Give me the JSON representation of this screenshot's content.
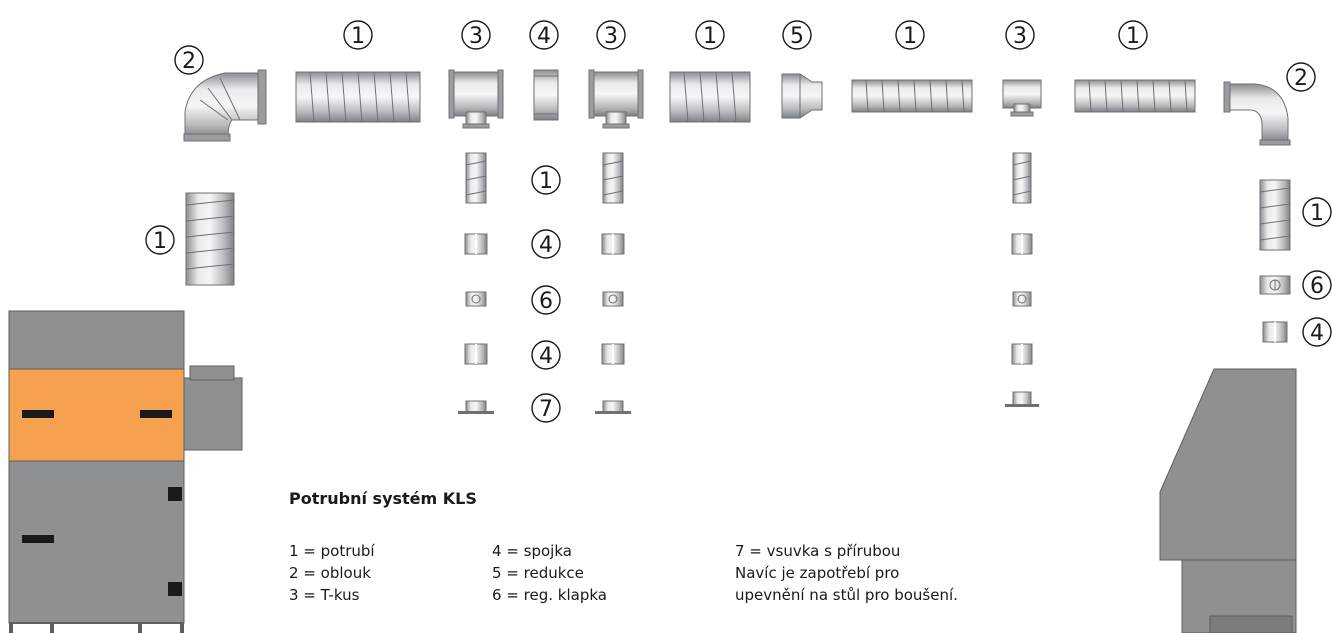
{
  "title": "Potrubní systém KLS",
  "legend_col1": [
    "1 =  potrubí",
    "2 =  oblouk",
    "3 =  T-kus"
  ],
  "legend_col2": [
    "4 = spojka",
    "5 = redukce",
    "6 = reg. klapka"
  ],
  "legend_col3": [
    "7 = vsuvka s přírubou",
    "Navíc je zapotřebí pro",
    "upevnění na stůl pro boušení."
  ],
  "markers": {
    "top_row": [
      "2",
      "1",
      "3",
      "4",
      "3",
      "1",
      "5",
      "1",
      "3",
      "1",
      "2"
    ],
    "left_column": [
      "1"
    ],
    "middle_column": [
      "1",
      "4",
      "6",
      "4",
      "7"
    ],
    "right_column": [
      "1",
      "6",
      "4"
    ]
  },
  "colors": {
    "unit_gray": "#8f9092",
    "unit_orange": "#f6a14f",
    "slot_black": "#1a1a1a",
    "pipe_light": "#e6e7e8",
    "pipe_mid": "#b8babd",
    "pipe_dark": "#7d8084"
  }
}
